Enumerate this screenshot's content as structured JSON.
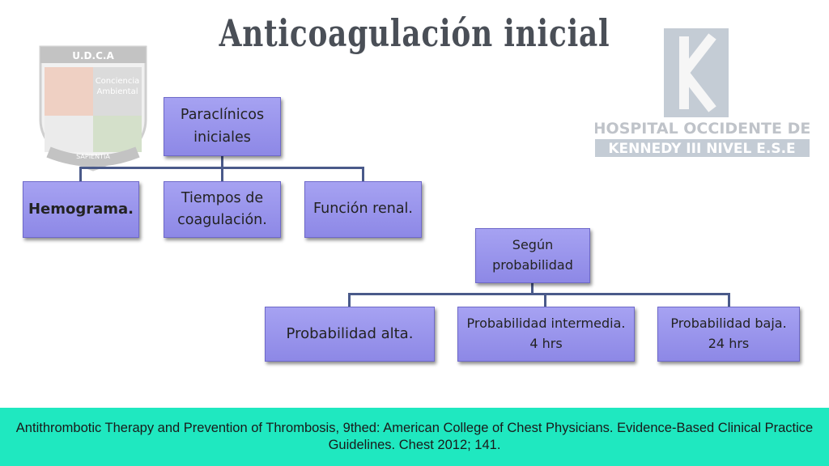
{
  "title": "Anticoagulación inicial",
  "logo_left": {
    "top_text": "U.D.C.A",
    "inner_text_1": "Conciencia",
    "inner_text_2": "Ambiental",
    "ribbon_text": "SAPIENTIA"
  },
  "logo_right": {
    "line1": "HOSPITAL OCCIDENTE DE",
    "line2": "KENNEDY III NIVEL E.S.E"
  },
  "diagram": {
    "root1": {
      "line1": "Paraclínicos",
      "line2": "iniciales"
    },
    "children1": [
      {
        "line1": "Hemograma.",
        "line2": ""
      },
      {
        "line1": "Tiempos de",
        "line2": "coagulación."
      },
      {
        "line1": "Función renal.",
        "line2": ""
      }
    ],
    "root2": {
      "line1": "Según",
      "line2": "probabilidad"
    },
    "children2": [
      {
        "line1": "Probabilidad alta.",
        "line2": ""
      },
      {
        "line1": "Probabilidad intermedia.",
        "line2": "4 hrs"
      },
      {
        "line1": "Probabilidad baja.",
        "line2": "24 hrs"
      }
    ]
  },
  "footer": "Antithrombotic Therapy and Prevention of Thrombosis, 9thed: American College of Chest Physicians. Evidence-Based Clinical Practice Guidelines. Chest 2012; 141."
}
